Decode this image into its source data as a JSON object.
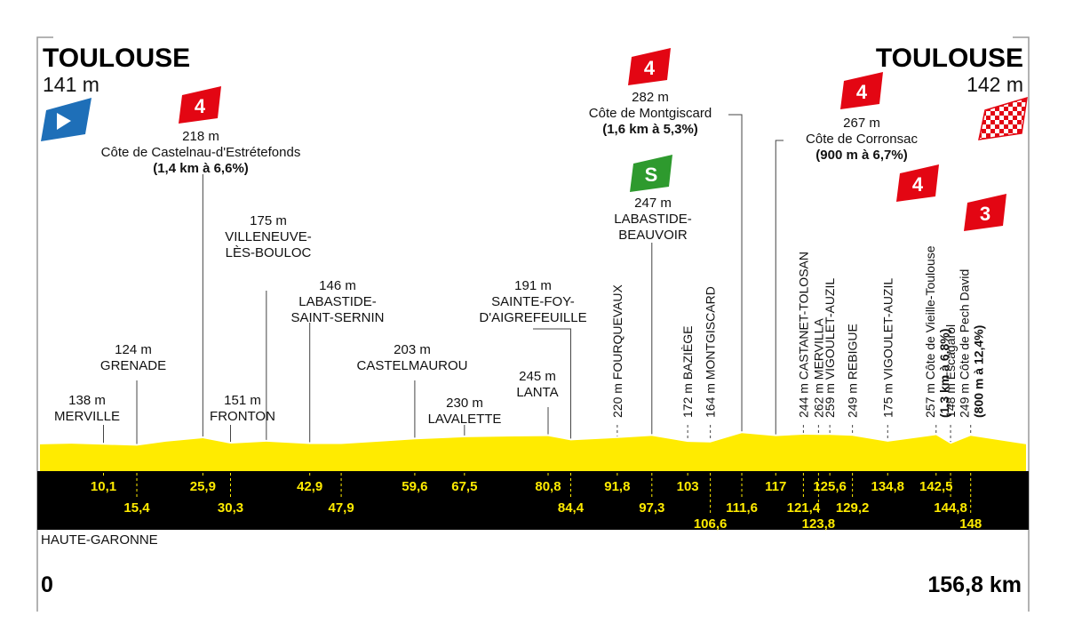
{
  "start": {
    "name": "TOULOUSE",
    "altitude": "141 m",
    "km": "0"
  },
  "finish": {
    "name": "TOULOUSE",
    "altitude": "142 m",
    "km": "156,8 km"
  },
  "region": "HAUTE-GARONNE",
  "colors": {
    "profile": "#FFEB00",
    "band": "#000000",
    "km_text": "#FFEB00",
    "climb_badge": "#E30613",
    "sprint_badge": "#2E9A2E",
    "start_flag": "#1E6FB8"
  },
  "chart_data": {
    "type": "area",
    "x_unit": "km",
    "y_unit": "m",
    "xlim": [
      0,
      156.8
    ],
    "elevation_profile": [
      [
        0,
        141
      ],
      [
        5,
        150
      ],
      [
        10.1,
        138
      ],
      [
        15.4,
        124
      ],
      [
        20,
        175
      ],
      [
        25.9,
        218
      ],
      [
        30.3,
        151
      ],
      [
        36,
        175
      ],
      [
        42.9,
        146
      ],
      [
        47.9,
        146
      ],
      [
        55,
        180
      ],
      [
        59.6,
        203
      ],
      [
        67.5,
        230
      ],
      [
        75,
        240
      ],
      [
        80.8,
        245
      ],
      [
        84.4,
        191
      ],
      [
        91.8,
        220
      ],
      [
        97.3,
        247
      ],
      [
        103,
        172
      ],
      [
        106.6,
        164
      ],
      [
        111.6,
        282
      ],
      [
        117,
        244
      ],
      [
        121.4,
        262
      ],
      [
        123.8,
        259
      ],
      [
        125.6,
        259
      ],
      [
        129.2,
        249
      ],
      [
        134.8,
        175
      ],
      [
        142.5,
        257
      ],
      [
        144.8,
        148
      ],
      [
        148,
        249
      ],
      [
        156.8,
        142
      ]
    ],
    "places": [
      {
        "name": "MERVILLE",
        "altitude": "138 m",
        "km": 10.1
      },
      {
        "name": "GRENADE",
        "altitude": "124 m",
        "km": 15.4
      },
      {
        "name": "Côte de Castelnau-d'Estrétefonds",
        "altitude": "218 m",
        "km": 25.9,
        "climb": "4",
        "detail": "(1,4 km à 6,6%)"
      },
      {
        "name": "FRONTON",
        "altitude": "151 m",
        "km": 30.3
      },
      {
        "name": "VILLENEUVE-\nLÈS-BOULOC",
        "altitude": "175 m",
        "km": 36
      },
      {
        "name": "LABASTIDE-\nSAINT-SERNIN",
        "altitude": "146 m",
        "km": 42.9
      },
      {
        "name": "CASTELMAUROU",
        "altitude": "203 m",
        "km": 59.6
      },
      {
        "name": "LAVALETTE",
        "altitude": "230 m",
        "km": 67.5
      },
      {
        "name": "LANTA",
        "altitude": "245 m",
        "km": 80.8
      },
      {
        "name": "SAINTE-FOY-\nD'AIGREFEUILLE",
        "altitude": "191 m",
        "km": 84.4
      },
      {
        "name": "FOURQUEVAUX",
        "altitude": "220 m",
        "km": 91.8
      },
      {
        "name": "LABASTIDE-\nBEAUVOIR",
        "altitude": "247 m",
        "km": 97.3,
        "sprint": "S"
      },
      {
        "name": "BAZIÈGE",
        "altitude": "172 m",
        "km": 103
      },
      {
        "name": "MONTGISCARD",
        "altitude": "164 m",
        "km": 106.6
      },
      {
        "name": "Côte de Montgiscard",
        "altitude": "282 m",
        "km": 111.6,
        "climb": "4",
        "detail": "(1,6 km à 5,3%)"
      },
      {
        "name": "Côte de Corronsac",
        "altitude": "267 m",
        "km": 117,
        "climb": "4",
        "detail": "(900 m à 6,7%)"
      },
      {
        "name": "CASTANET-TOLOSAN",
        "altitude": "244 m",
        "km": 121.4
      },
      {
        "name": "MERVILLA",
        "altitude": "262 m",
        "km": 123.8
      },
      {
        "name": "VIGOULET-AUZIL",
        "altitude": "259 m",
        "km": 125.6
      },
      {
        "name": "REBIGUE",
        "altitude": "249 m",
        "km": 129.2
      },
      {
        "name": "VIGOULET-AUZIL",
        "altitude": "175 m",
        "km": 134.8
      },
      {
        "name": "Côte de Vieille-Toulouse",
        "altitude": "257 m",
        "km": 142.5,
        "climb": "4",
        "detail": "(1,3 km à 6,8%)"
      },
      {
        "name": "Escagarol",
        "altitude": "148 m",
        "km": 144.8
      },
      {
        "name": "Côte de Pech David",
        "altitude": "249 m",
        "km": 148,
        "climb": "3",
        "detail": "(800 m à 12,4%)"
      }
    ],
    "km_labels": [
      {
        "text": "10,1",
        "km": 10.1,
        "row": 0
      },
      {
        "text": "15,4",
        "km": 15.4,
        "row": 1
      },
      {
        "text": "25,9",
        "km": 25.9,
        "row": 0
      },
      {
        "text": "30,3",
        "km": 30.3,
        "row": 1
      },
      {
        "text": "42,9",
        "km": 42.9,
        "row": 0
      },
      {
        "text": "47,9",
        "km": 47.9,
        "row": 1
      },
      {
        "text": "59,6",
        "km": 59.6,
        "row": 0
      },
      {
        "text": "67,5",
        "km": 67.5,
        "row": 0
      },
      {
        "text": "80,8",
        "km": 80.8,
        "row": 0
      },
      {
        "text": "84,4",
        "km": 84.4,
        "row": 1
      },
      {
        "text": "91,8",
        "km": 91.8,
        "row": 0
      },
      {
        "text": "97,3",
        "km": 97.3,
        "row": 1
      },
      {
        "text": "103",
        "km": 103,
        "row": 0
      },
      {
        "text": "106,6",
        "km": 106.6,
        "row": 2
      },
      {
        "text": "111,6",
        "km": 111.6,
        "row": 1
      },
      {
        "text": "117",
        "km": 117,
        "row": 0
      },
      {
        "text": "121,4",
        "km": 121.4,
        "row": 1
      },
      {
        "text": "123,8",
        "km": 123.8,
        "row": 2
      },
      {
        "text": "125,6",
        "km": 125.6,
        "row": 0
      },
      {
        "text": "129,2",
        "km": 129.2,
        "row": 1
      },
      {
        "text": "134,8",
        "km": 134.8,
        "row": 0
      },
      {
        "text": "142,5",
        "km": 142.5,
        "row": 0
      },
      {
        "text": "144,8",
        "km": 144.8,
        "row": 1
      },
      {
        "text": "148",
        "km": 148,
        "row": 2
      }
    ]
  }
}
